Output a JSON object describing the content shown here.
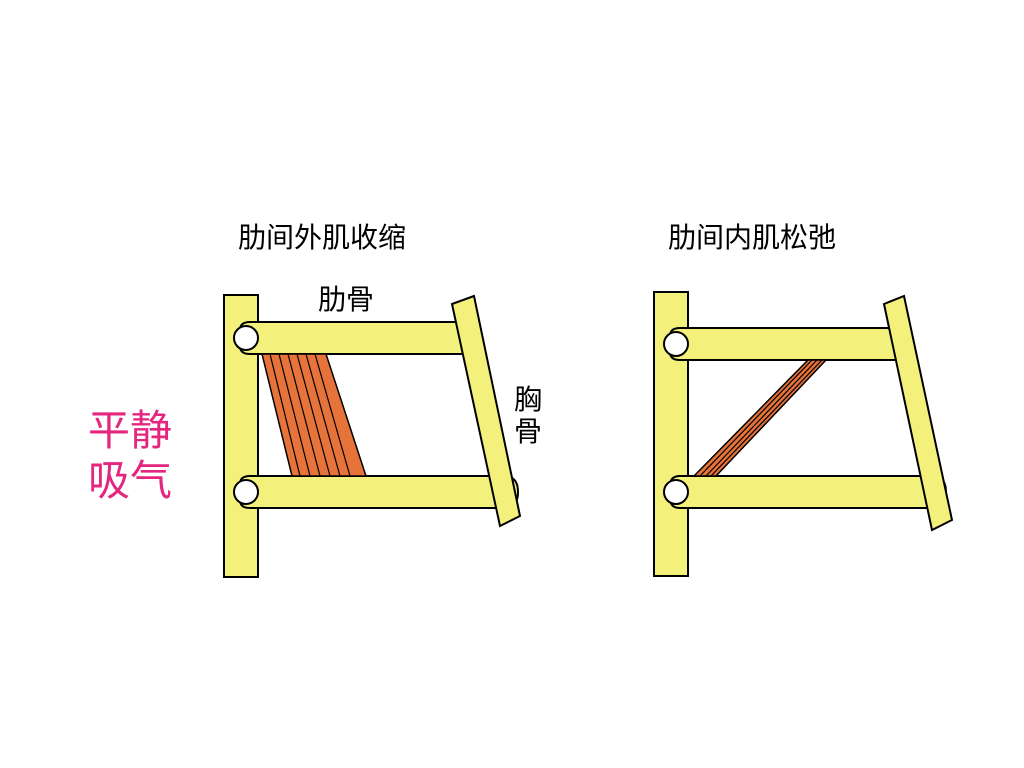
{
  "labels": {
    "left_title": "肋间外肌收缩",
    "right_title": "肋间内肌松弛",
    "rib": "肋骨",
    "sternum": "胸骨",
    "side": "平静吸气"
  },
  "colors": {
    "bone": "#f3f07c",
    "outline": "#000000",
    "muscle": "#e6733a",
    "side_label": "#e4267f"
  }
}
